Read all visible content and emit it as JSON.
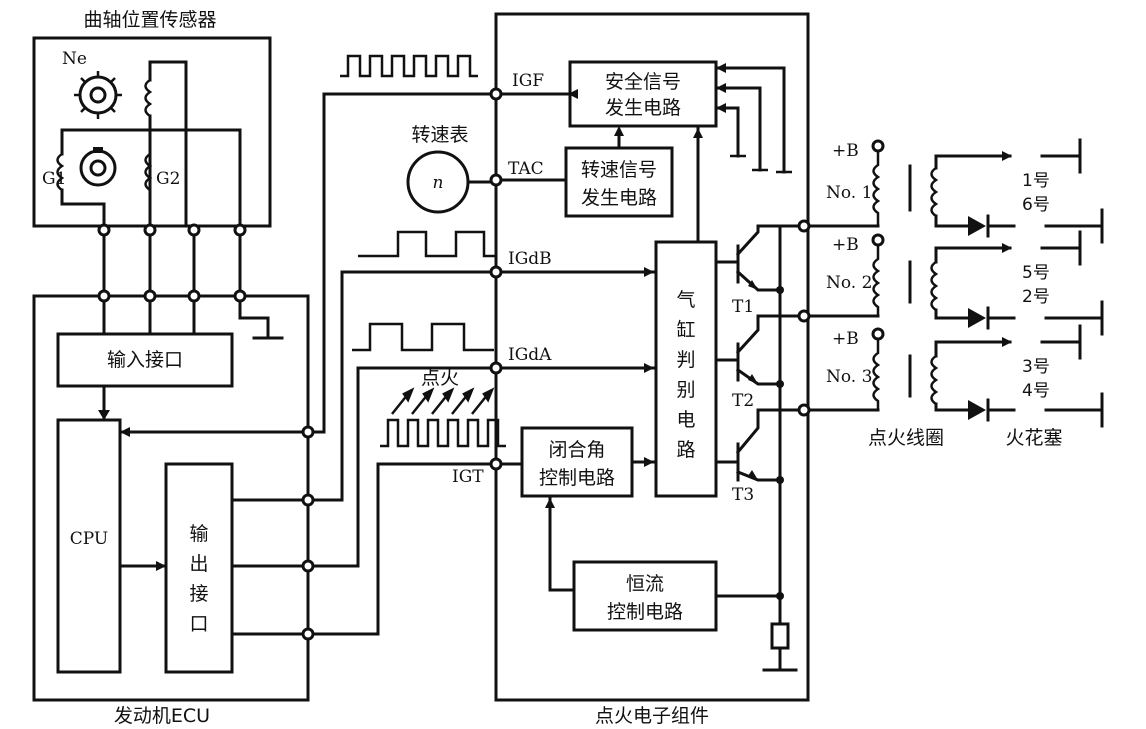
{
  "sensor": {
    "title": "曲轴位置传感器",
    "ne_label": "Ne",
    "g1_label": "G1",
    "g2_label": "G2"
  },
  "ecu": {
    "title": "发动机ECU",
    "input_interface": "输入接口",
    "cpu": "CPU",
    "output_interface": [
      "输",
      "出",
      "接",
      "口"
    ]
  },
  "module": {
    "title": "点火电子组件",
    "safety_circuit": [
      "安全信号",
      "发生电路"
    ],
    "speed_signal_circuit": [
      "转速信号",
      "发生电路"
    ],
    "cylinder_circuit": [
      "气",
      "缸",
      "判",
      "别",
      "电",
      "路"
    ],
    "dwell_circuit": [
      "闭合角",
      "控制电路"
    ],
    "current_circuit": [
      "恒流",
      "控制电路"
    ]
  },
  "signals": {
    "igf": "IGF",
    "tac": "TAC",
    "igdb": "IGdB",
    "igda": "IGdA",
    "igt": "IGT",
    "ignition": "点火"
  },
  "tachometer": {
    "label": "转速表",
    "symbol": "n"
  },
  "transistors": [
    "T1",
    "T2",
    "T3"
  ],
  "supply": "+B",
  "coils": [
    "No. 1",
    "No. 2",
    "No. 3"
  ],
  "plugs": [
    [
      "1号",
      "6号"
    ],
    [
      "5号",
      "2号"
    ],
    [
      "3号",
      "4号"
    ]
  ],
  "coil_label": "点火线圈",
  "plug_label": "火花塞"
}
